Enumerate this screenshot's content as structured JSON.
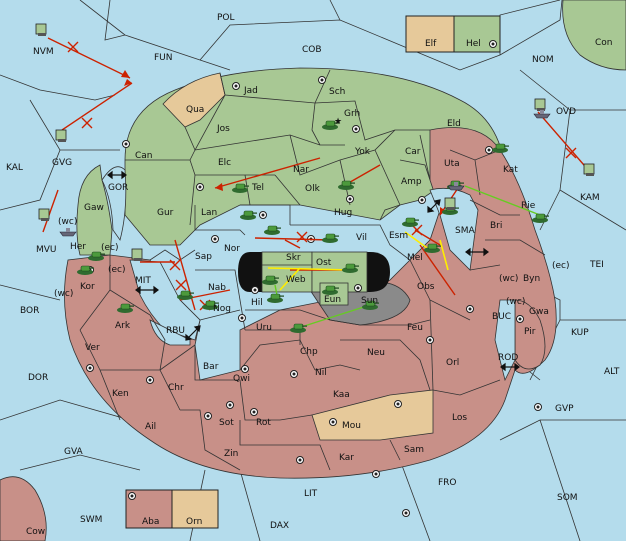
{
  "regions": {
    "POL": "POL",
    "COB": "COB",
    "FUN": "FUN",
    "NVM": "NVM",
    "NOM": "NOM",
    "Con": "Con",
    "OVD": "OVD",
    "KAM": "KAM",
    "KAL": "KAL",
    "GVG": "GVG",
    "GOR": "GOR",
    "MVU": "MVU",
    "BOR": "BOR",
    "DOR": "DOR",
    "GVA": "GVA",
    "SWM": "SWM",
    "Cow": "Cow",
    "LIT": "LIT",
    "DAX": "DAX",
    "FRO": "FRO",
    "SOM": "SOM",
    "GVP": "GVP",
    "ALT": "ALT",
    "KUP": "KUP",
    "TEI": "TEI",
    "BUC": "BUC",
    "ROD": "ROD",
    "MIT": "MIT",
    "RBU": "RBU",
    "SMA": "SMA",
    "Jad": "Jad",
    "Sch": "Sch",
    "Qua": "Qua",
    "Jos": "Jos",
    "Grh": "Grh",
    "Eld": "Eld",
    "Can": "Can",
    "Elc": "Elc",
    "Yok": "Yok",
    "Car": "Car",
    "Uta": "Uta",
    "Kat": "Kat",
    "Nar": "Nar",
    "Tel": "Tel",
    "Olk": "Olk",
    "Amp": "Amp",
    "Gaw": "Gaw",
    "Gur": "Gur",
    "Lan": "Lan",
    "Hug": "Hug",
    "Esm": "Esm",
    "Bri": "Bri",
    "Rie": "Rie",
    "Her": "Her",
    "Nor": "Nor",
    "Vil": "Vil",
    "Skr": "Skr",
    "Sap": "Sap",
    "Ost": "Ost",
    "Mel": "Mel",
    "Kor": "Kor",
    "Web": "Web",
    "Byn": "Byn",
    "Nab": "Nab",
    "Hil": "Hil",
    "Eun": "Eun",
    "Obs": "Obs",
    "Gwa": "Gwa",
    "Ark": "Ark",
    "Nog": "Nog",
    "Sun": "Sun",
    "Pir": "Pir",
    "Uru": "Uru",
    "Feu": "Feu",
    "Ver": "Ver",
    "Chp": "Chp",
    "Neu": "Neu",
    "Orl": "Orl",
    "Bar": "Bar",
    "Qwi": "Qwi",
    "Nil": "Nil",
    "Ken": "Ken",
    "Chr": "Chr",
    "Kaa": "Kaa",
    "Sot": "Sot",
    "Rot": "Rot",
    "Los": "Los",
    "Ail": "Ail",
    "Mou": "Mou",
    "Zin": "Zin",
    "Kar": "Kar",
    "Sam": "Sam"
  },
  "coast_labels": {
    "wc_her": "(wc)",
    "ec_her": "(ec)",
    "ec_kor": "(ec)",
    "wc_kor": "(wc)",
    "wc_byn": "(wc)",
    "ec_byn": "(ec)",
    "wc_gwa": "(wc)"
  },
  "legend": {
    "elf": "Elf",
    "hel": "Hel",
    "aba": "Aba",
    "orn": "Orn"
  },
  "colors": {
    "sea": "#b4dcec",
    "power_green": "#a8c894",
    "power_red": "#c89088",
    "neutral_tan": "#e6c99a",
    "impassable": "#8a8a8a",
    "order_move": "#cc2200",
    "order_support": "#ffee00",
    "order_convoy": "#66cc22"
  }
}
